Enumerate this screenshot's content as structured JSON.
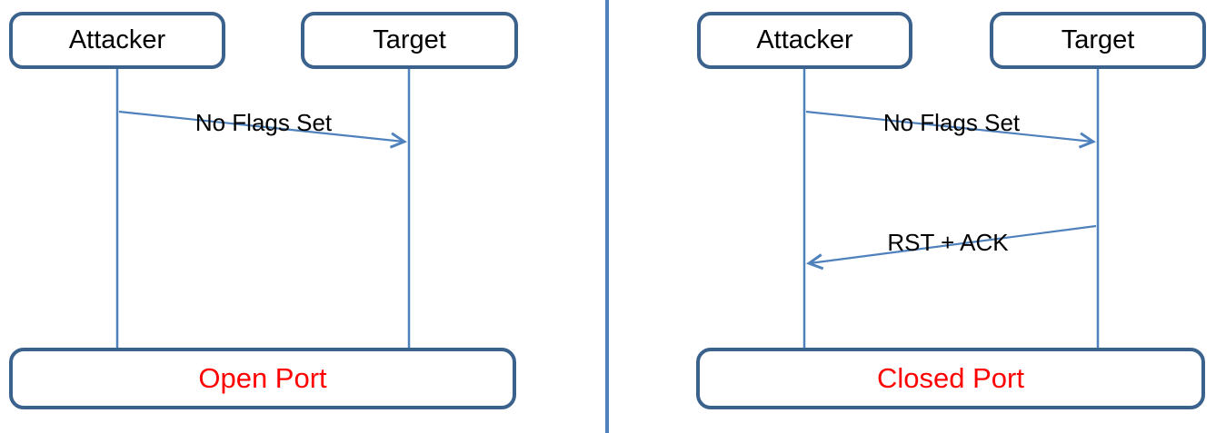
{
  "panels": {
    "left": {
      "actors": {
        "attacker": "Attacker",
        "target": "Target"
      },
      "messages": {
        "no_flags": "No Flags Set"
      },
      "result": "Open Port"
    },
    "right": {
      "actors": {
        "attacker": "Attacker",
        "target": "Target"
      },
      "messages": {
        "no_flags": "No Flags Set",
        "rst_ack": "RST + ACK"
      },
      "result": "Closed Port"
    }
  },
  "colors": {
    "box_border": "#3B618D",
    "line_blue": "#4F81BD",
    "result_text": "#FF0000",
    "label_text": "#000000"
  }
}
